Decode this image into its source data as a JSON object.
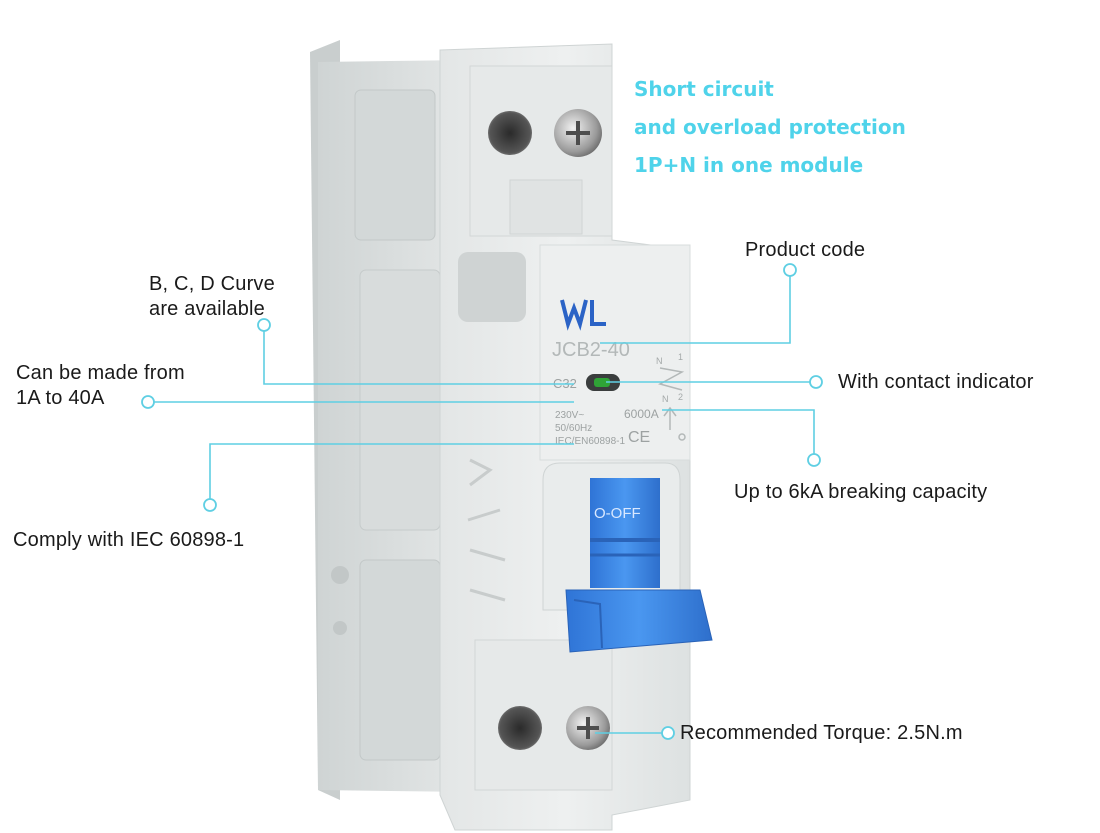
{
  "headline": {
    "line1": "Short circuit",
    "line2": "and overload protection",
    "line3": "1P+N in one module"
  },
  "product": {
    "brand_logo": "WL",
    "model": "JCB2-40",
    "rating_mark": "C32",
    "breaking_capacity_mark": "6000A",
    "voltage": "230V~",
    "frequency": "50/60Hz",
    "standard": "IEC/EN60898-1",
    "toggle_text": "O-OFF",
    "terminal_n1": "N",
    "terminal_1": "1",
    "terminal_n2": "N",
    "terminal_2": "2"
  },
  "callouts": {
    "curve_line1": "B, C, D Curve",
    "curve_line2": "are available",
    "rating_line1": "Can be made from",
    "rating_line2": "1A to 40A",
    "iec": "Comply with IEC 60898-1",
    "product_code": "Product code",
    "contact_indicator": "With contact indicator",
    "breaking_capacity": "Up to 6kA breaking capacity",
    "torque": "Recommended  Torque: 2.5N.m"
  },
  "colors": {
    "accent_cyan": "#4fd3ea",
    "leader_line": "#5fcfe3",
    "body_grey": "#dfe3e3",
    "toggle_blue": "#3a87e8",
    "indicator_green": "#2fa336",
    "logo_blue": "#2b63c6"
  }
}
